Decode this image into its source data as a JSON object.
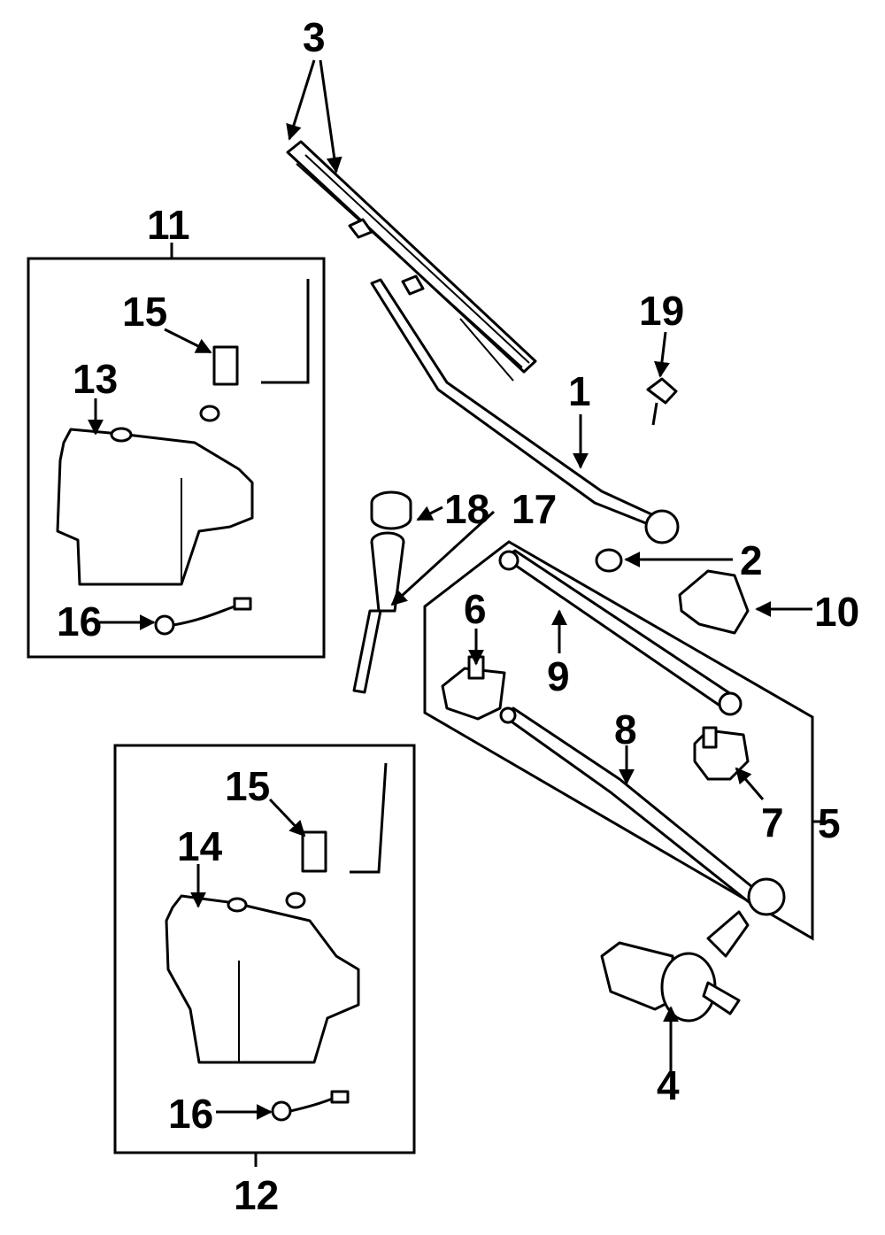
{
  "callouts": {
    "c1": "1",
    "c2": "2",
    "c3": "3",
    "c4": "4",
    "c5": "5",
    "c6": "6",
    "c7": "7",
    "c8": "8",
    "c9": "9",
    "c10": "10",
    "c11": "11",
    "c12": "12",
    "c13": "13",
    "c14": "14",
    "c15a": "15",
    "c15b": "15",
    "c16a": "16",
    "c16b": "16",
    "c17": "17",
    "c18": "18",
    "c19": "19"
  }
}
